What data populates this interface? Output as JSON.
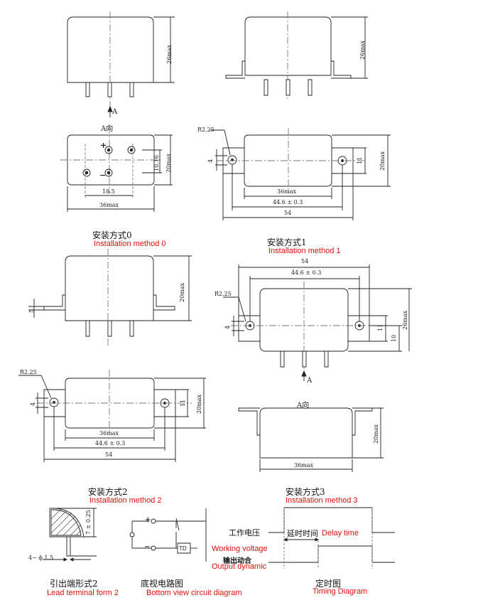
{
  "dims": {
    "d26max": "26max",
    "d20max": "20max",
    "d36max": "36max",
    "d44_6": "44.6 ± 0.3",
    "d54": "54",
    "d18_5": "18.5",
    "d10_16": "10.16",
    "d11": "11",
    "d10": "10",
    "d4": "4",
    "d5": "5",
    "r2_25": "R2.25",
    "d7": "7 ± 0.25",
    "d1_5": "4− ϕ 1.5"
  },
  "labels": {
    "view_a": "A",
    "view_a_dir": "A向",
    "plus": "+",
    "minus": "−",
    "td": "TD"
  },
  "captions": {
    "m0_cn": "安装方式0",
    "m0_en": "Installation method 0",
    "m1_cn": "安装方式1",
    "m1_en": "Installation method 1",
    "m2_cn": "安装方式2",
    "m2_en": "Installation method 2",
    "m3_cn": "安装方式3",
    "m3_en": "Installation method 3",
    "lead_cn": "引出端形式2",
    "lead_en": "Lead terminal form 2",
    "bottom_cn": "底视电路图",
    "bottom_en": "Bottom view circuit diagram",
    "timing_cn": "定时图",
    "timing_en": "Timing Diagram"
  },
  "timing": {
    "working_voltage_cn": "工作电压",
    "delay_cn": "延时时间",
    "delay_en": "Delay time",
    "working_voltage_en": "Working voltage",
    "output_cn": "输出动合",
    "output_en": "Output dynamic"
  },
  "colors": {
    "line": "#222222",
    "accent": "#e0100a",
    "dash": "#777777"
  }
}
